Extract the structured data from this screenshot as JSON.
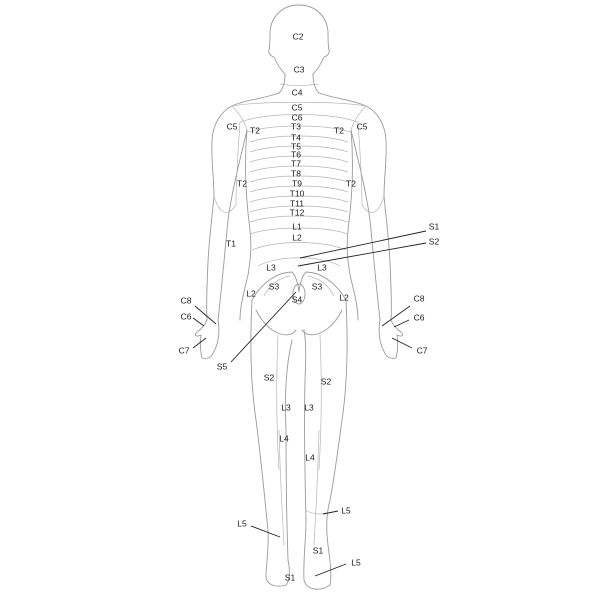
{
  "figure": {
    "view": "posterior",
    "colors": {
      "outline": "#9a9a9a",
      "dermatome_line": "#b5b5b5",
      "leader": "#222222",
      "text": "#1a1a1a"
    },
    "labels": {
      "head_c2": "C2",
      "neck_c3": "C3",
      "neck_c4": "C4",
      "back_c5": "C5",
      "back_c6": "C6",
      "back_t3": "T3",
      "back_t4": "T4",
      "back_t5": "T5",
      "back_t6": "T6",
      "back_t7": "T7",
      "back_t8": "T8",
      "back_t9": "T9",
      "back_t10": "T10",
      "back_t11": "T11",
      "back_t12": "T12",
      "back_l1": "L1",
      "back_l2": "L2",
      "shoulder_left_c5": "C5",
      "shoulder_right_c5": "C5",
      "upper_back_left_t2": "T2",
      "upper_back_right_t2": "T2",
      "arm_left_t2": "T2",
      "arm_right_t2": "T2",
      "forearm_left_t1": "T1",
      "buttock_left_l3": "L3",
      "buttock_right_l3": "L3",
      "buttock_left_s3": "S3",
      "buttock_right_s3": "S3",
      "sacral_s4": "S4",
      "hip_left_l2": "L2",
      "hip_right_l2": "L2",
      "callout_s1": "S1",
      "callout_s2": "S2",
      "callout_s5": "S5",
      "hand_left_c8": "C8",
      "hand_left_c6": "C6",
      "hand_left_c7": "C7",
      "hand_right_c8": "C8",
      "hand_right_c6": "C6",
      "hand_right_c7": "C7",
      "thigh_left_s2": "S2",
      "thigh_right_s2": "S2",
      "thigh_left_l3": "L3",
      "thigh_right_l3": "L3",
      "calf_left_l4": "L4",
      "calf_right_l4": "L4",
      "calf_right_l5": "L5",
      "ankle_left_l5": "L5",
      "heel_s1": "S1",
      "foot_left_s1": "S1",
      "foot_right_l5": "L5"
    }
  }
}
